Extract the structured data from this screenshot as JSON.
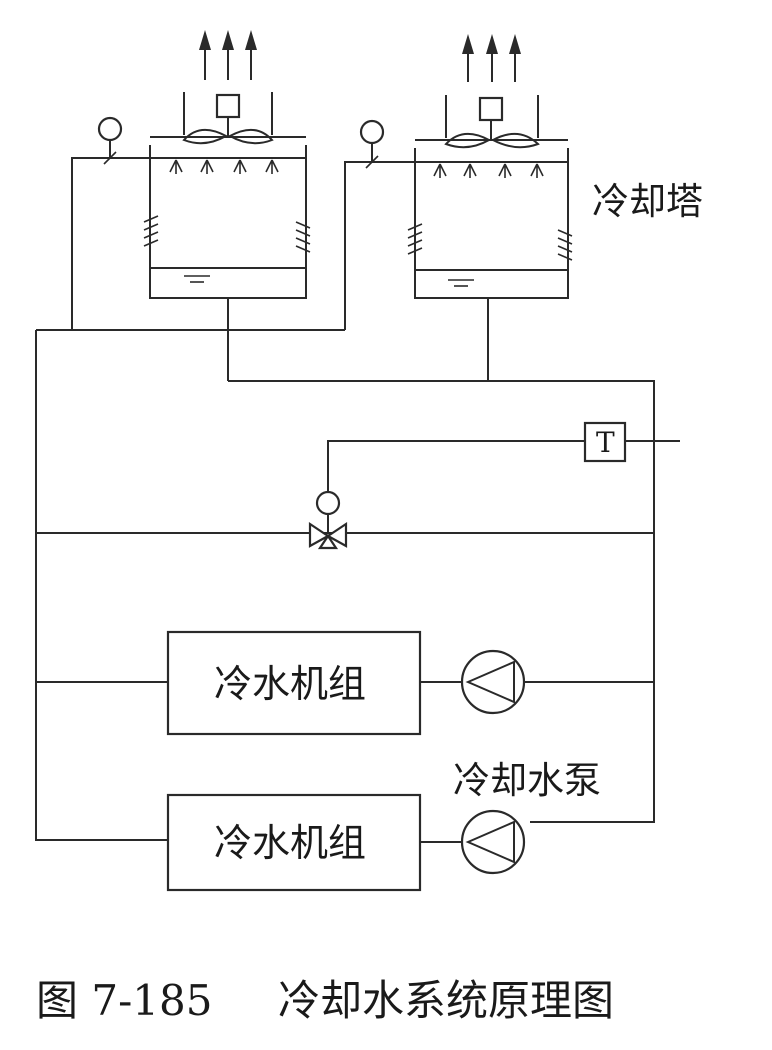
{
  "labels": {
    "cooling_tower": "冷却塔",
    "chiller_1": "冷水机组",
    "chiller_2": "冷水机组",
    "cooling_pump": "冷却水泵",
    "temp_sensor": "T"
  },
  "caption": {
    "figure_no": "图 7-185",
    "title": "冷却水系统原理图"
  }
}
